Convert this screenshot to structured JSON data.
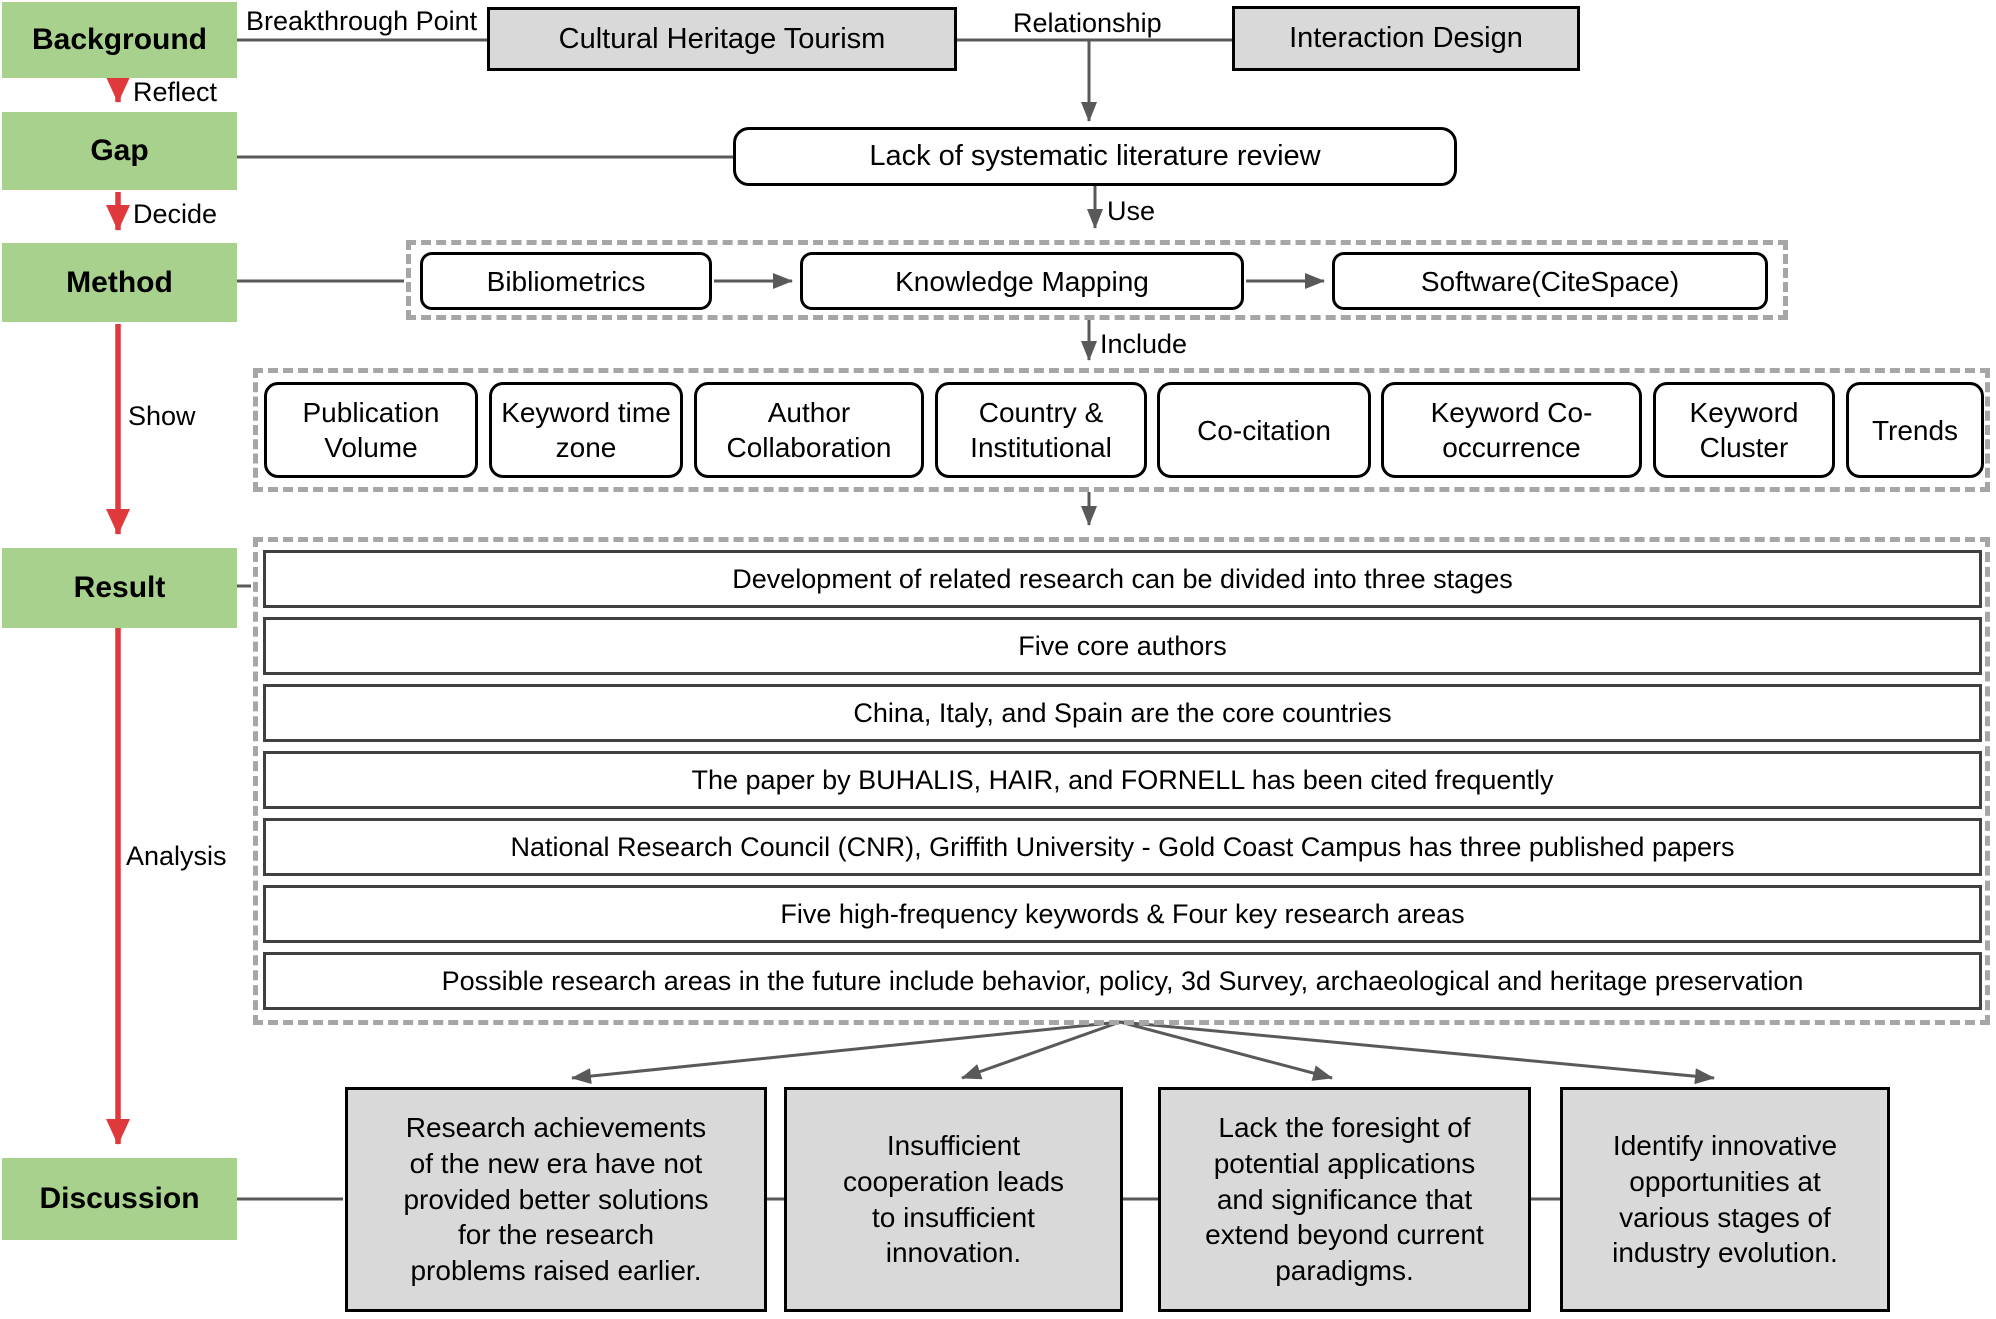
{
  "sidebar": {
    "background": "Background",
    "gap": "Gap",
    "method": "Method",
    "result": "Result",
    "discussion": "Discussion"
  },
  "edge_labels": {
    "breakthrough_point": "Breakthrough Point",
    "relationship": "Relationship",
    "reflect": "Reflect",
    "decide": "Decide",
    "use": "Use",
    "include": "Include",
    "show": "Show",
    "analysis": "Analysis"
  },
  "background_row": {
    "cultural_heritage_tourism": "Cultural Heritage Tourism",
    "interaction_design": "Interaction Design"
  },
  "gap_row": {
    "lack_review": "Lack of systematic literature review"
  },
  "method_row": {
    "items": [
      "Bibliometrics",
      "Knowledge Mapping",
      "Software(CiteSpace)"
    ]
  },
  "analysis_row": {
    "items": [
      "Publication Volume",
      "Keyword time zone",
      "Author Collaboration",
      "Country & Institutional",
      "Co-citation",
      "Keyword Co-occurrence",
      "Keyword Cluster",
      "Trends"
    ]
  },
  "result_rows": [
    "Development of related research can be divided into three stages",
    "Five core authors",
    "China, Italy, and Spain are the core countries",
    "The paper by BUHALIS, HAIR, and FORNELL has been cited frequently",
    "National Research Council (CNR), Griffith University - Gold Coast Campus has three published papers",
    "Five high-frequency keywords & Four key research areas",
    "Possible research areas in the future include behavior, policy, 3d Survey, archaeological and heritage preservation"
  ],
  "discussion_boxes": [
    "Research achievements\nof the new era have not\nprovided better solutions\nfor the research\nproblems raised earlier.",
    "Insufficient\ncooperation leads\nto insufficient\ninnovation.",
    "Lack the foresight of\npotential applications\nand significance that\nextend beyond current\nparadigms.",
    "Identify innovative\nopportunities at\nvarious stages of\nindustry evolution."
  ],
  "colors": {
    "green": "#a9d18e",
    "box-gray": "#d9d9d9",
    "line-gray": "#595959",
    "dash-gray": "#a6a6a6",
    "arrow-red": "#e0393b"
  }
}
